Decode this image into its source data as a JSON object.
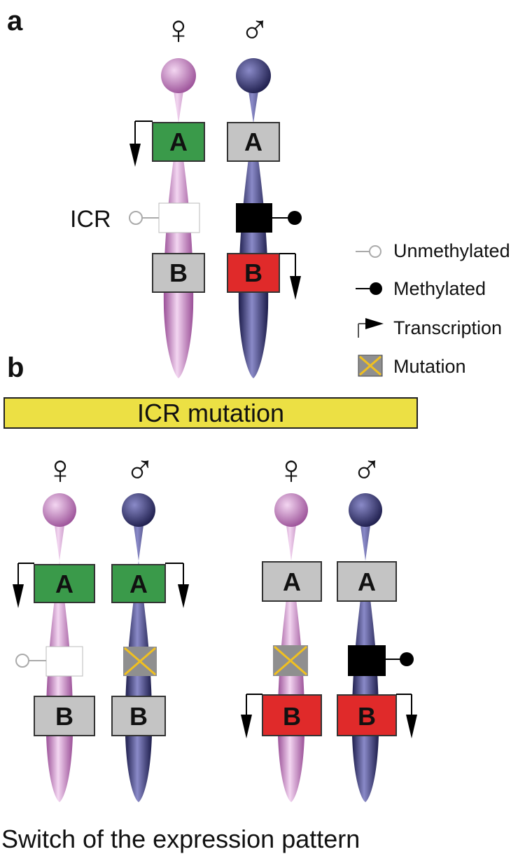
{
  "panel_a": {
    "label": "a",
    "female_symbol": "♀",
    "male_symbol": "♂",
    "icr_label": "ICR",
    "genes": {
      "female": {
        "a": "A",
        "b": "B"
      },
      "male": {
        "a": "A",
        "b": "B"
      }
    }
  },
  "legend": {
    "unmethylated": "Unmethylated",
    "methylated": "Methylated",
    "transcription": "Transcription",
    "mutation": "Mutation"
  },
  "panel_b": {
    "label": "b",
    "banner": "ICR mutation",
    "caption": "Switch of the expression pattern",
    "left_pair": {
      "female_symbol": "♀",
      "male_symbol": "♂",
      "female": {
        "a": "A",
        "b": "B"
      },
      "male": {
        "a": "A",
        "b": "B"
      }
    },
    "right_pair": {
      "female_symbol": "♀",
      "male_symbol": "♂",
      "female": {
        "a": "A",
        "b": "B"
      },
      "male": {
        "a": "A",
        "b": "B"
      }
    }
  },
  "colors": {
    "female_chromosome": "#c77fc4",
    "male_chromosome": "#2e2e6e",
    "expressed_a": "#3a9a4a",
    "expressed_b": "#e02a2a",
    "silent_gene": "#c4c4c4",
    "mutation_cross": "#f0c020",
    "banner": "#ece044"
  }
}
